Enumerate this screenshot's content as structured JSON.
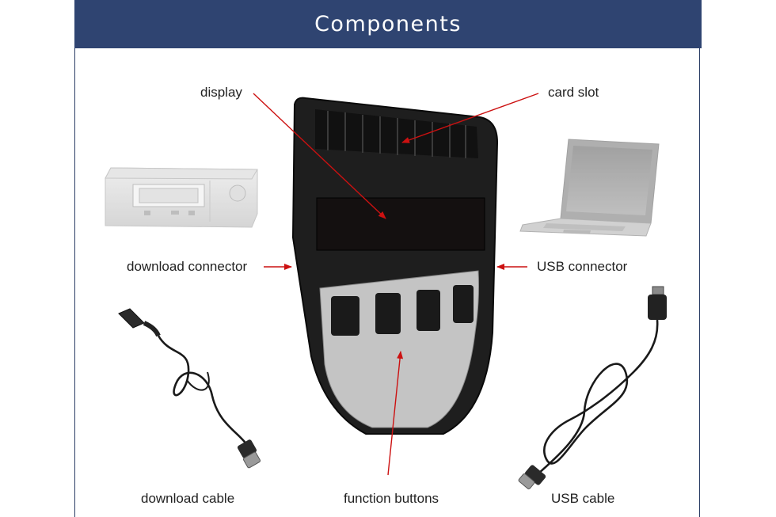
{
  "header": {
    "title": "Components"
  },
  "labels": {
    "display": "display",
    "card_slot": "card slot",
    "download_connector": "download connector",
    "usb_connector": "USB connector",
    "download_cable": "download cable",
    "function_buttons": "function buttons",
    "usb_cable": "USB cable"
  },
  "colors": {
    "header_bg": "#2f4471",
    "arrow": "#cc1111",
    "device_body": "#1e1e1e",
    "button_panel": "#c4c4c4"
  },
  "icons": [
    "tachograph-icon",
    "laptop-icon",
    "download-cable-icon",
    "usb-cable-icon",
    "card-reader-device-icon"
  ]
}
